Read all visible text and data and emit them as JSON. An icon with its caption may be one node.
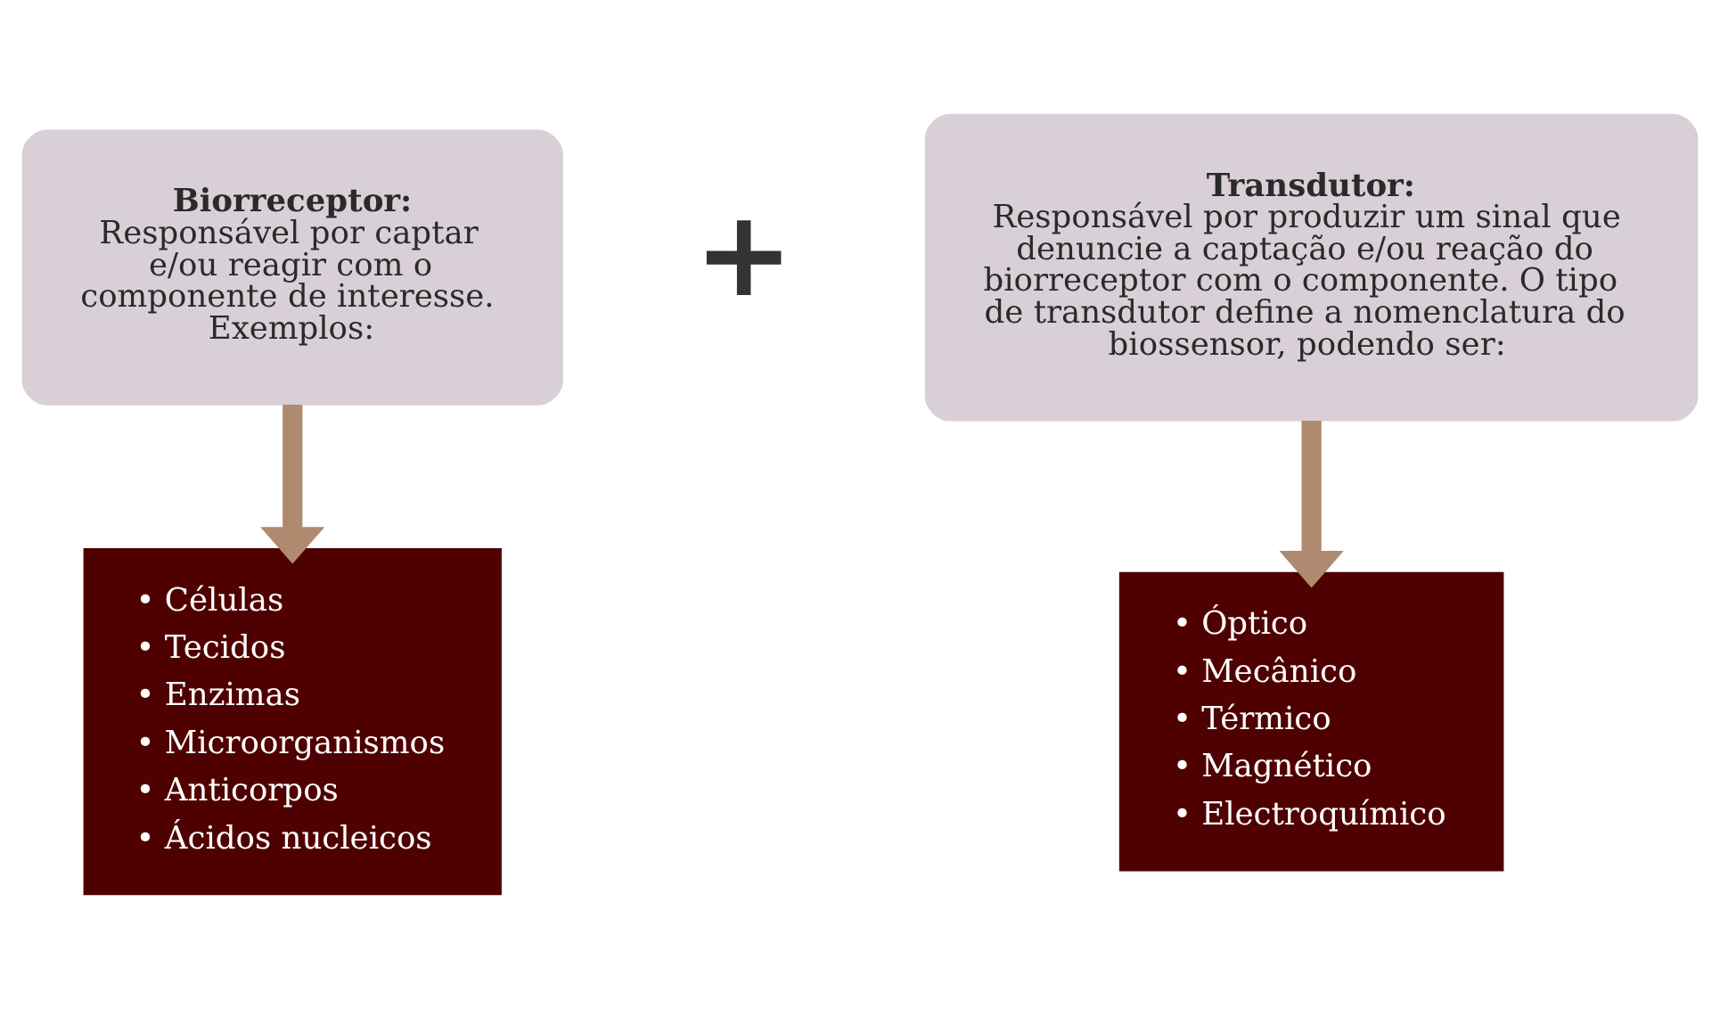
{
  "diagram": {
    "nodes": [
      {
        "text": [
          "Biorreceptor:",
          "Responsável por captar e/ou reagir com o componente de interesse. Exemplos:"
        ]
      },
      {
        "text": [
          "Transdutor:",
          "Responsável por produzir um sinal que denuncie a captação e/ou reação do biorreceptor com o componente. O tipo  de transdutor define a nomenclatura do biossensor, podendo ser:"
        ]
      },
      {
        "text": [
          "• Células",
          "• Tecidos",
          "• Enzimas",
          "• Microorganismos",
          "• Anticorpos",
          "• Ácidos nucleicos"
        ]
      },
      {
        "text": [
          "• Óptico",
          "• Mecânico",
          "• Térmico",
          "• Magnético",
          "• Electroquímico"
        ]
      }
    ],
    "edges": [
      {
        "from": 0,
        "to": 2,
        "arrow": "to",
        "color": "#b08a6e"
      },
      {
        "from": 1,
        "to": 3,
        "arrow": "to",
        "color": "#b08a6e"
      }
    ],
    "labels": [
      "+"
    ]
  }
}
